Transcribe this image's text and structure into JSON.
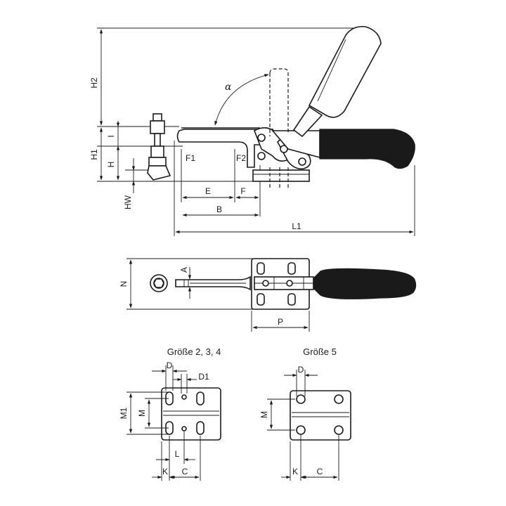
{
  "side_view": {
    "labels": {
      "h2": "H2",
      "h1": "H1",
      "i": "I",
      "h": "H",
      "hw": "HW",
      "f1": "F1",
      "f2": "F2",
      "e": "E",
      "f": "F",
      "b": "B",
      "l1": "L1",
      "alpha": "α"
    }
  },
  "top_view": {
    "labels": {
      "n": "N",
      "a": "A",
      "p": "P"
    }
  },
  "base_plate_sizes_2_3_4": {
    "caption": "Größe 2, 3, 4",
    "labels": {
      "d": "D",
      "d1": "D1",
      "m1": "M1",
      "m": "M",
      "l": "L",
      "k": "K",
      "c": "C"
    }
  },
  "base_plate_size_5": {
    "caption": "Größe 5",
    "labels": {
      "d": "D",
      "m": "M",
      "k": "K",
      "c": "C"
    }
  }
}
